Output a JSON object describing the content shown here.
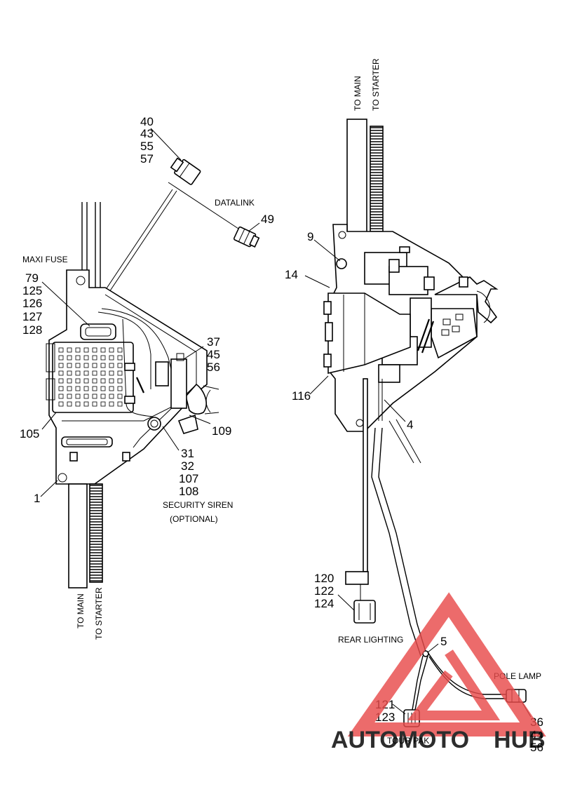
{
  "callouts_left": {
    "c40_57": [
      "40",
      "43",
      "55",
      "57"
    ],
    "c49": "49",
    "c79_128": [
      "79",
      "125",
      "126",
      "127",
      "128"
    ],
    "c37_56": [
      "37",
      "45",
      "56"
    ],
    "c105": "105",
    "c109": "109",
    "c31_108": [
      "31",
      "32",
      "107",
      "108"
    ],
    "c1": "1"
  },
  "callouts_right": {
    "c9": "9",
    "c14": "14",
    "c116": "116",
    "c4": "4",
    "c120_124": [
      "120",
      "122",
      "124"
    ],
    "c5": "5",
    "c121_123": [
      "121",
      "123"
    ],
    "c36_56": [
      "36",
      "44",
      "56"
    ]
  },
  "labels": {
    "datalink": "DATALINK",
    "maxi_fuse": "MAXI FUSE",
    "security_siren": "SECURITY SIREN",
    "optional": "(OPTIONAL)",
    "to_main_left": "TO MAIN",
    "to_starter_left": "TO STARTER",
    "to_main_right": "TO MAIN",
    "to_starter_right": "TO STARTER",
    "rear_lighting": "REAR LIGHTING",
    "pole_lamp": "POLE LAMP",
    "tour_pak": "TOUR PAK"
  },
  "watermark": {
    "part1": "AUTOMOTO",
    "part2": "HUB",
    "color_primary": "#f0b23a",
    "color_secondary": "#7a7a7a",
    "color_triangle": "#e84b4b"
  }
}
